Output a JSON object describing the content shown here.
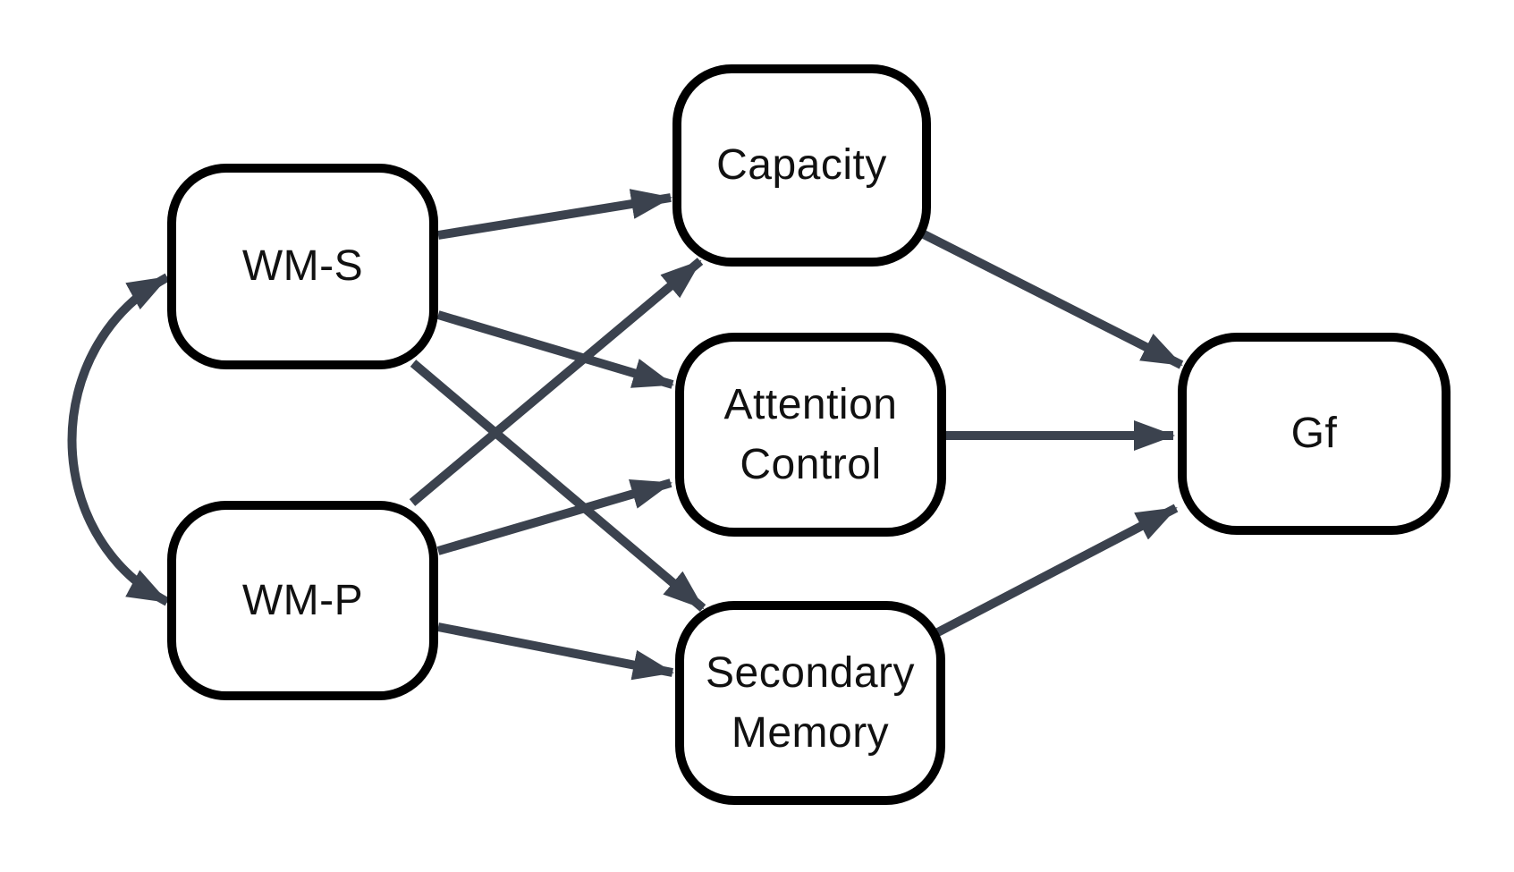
{
  "diagram": {
    "type": "path-model",
    "colors": {
      "background": "#ffffff",
      "node_fill": "#ffffff",
      "node_border": "#000000",
      "text": "#111111",
      "edge": "#3b424e"
    },
    "nodes": [
      {
        "id": "wm-s",
        "label": "WM-S"
      },
      {
        "id": "wm-p",
        "label": "WM-P"
      },
      {
        "id": "capacity",
        "label": "Capacity"
      },
      {
        "id": "attention-control",
        "label": "Attention Control"
      },
      {
        "id": "secondary-memory",
        "label": "Secondary Memory"
      },
      {
        "id": "gf",
        "label": "Gf"
      }
    ],
    "edges": [
      {
        "from": "WM-S",
        "to": "WM-P",
        "arrows": "both",
        "style": "curved-correlation"
      },
      {
        "from": "WM-S",
        "to": "Capacity",
        "arrows": "end"
      },
      {
        "from": "WM-S",
        "to": "Attention Control",
        "arrows": "end"
      },
      {
        "from": "WM-S",
        "to": "Secondary Memory",
        "arrows": "end"
      },
      {
        "from": "WM-P",
        "to": "Capacity",
        "arrows": "end"
      },
      {
        "from": "WM-P",
        "to": "Attention Control",
        "arrows": "end"
      },
      {
        "from": "WM-P",
        "to": "Secondary Memory",
        "arrows": "end"
      },
      {
        "from": "Capacity",
        "to": "Gf",
        "arrows": "end"
      },
      {
        "from": "Attention Control",
        "to": "Gf",
        "arrows": "end"
      },
      {
        "from": "Secondary Memory",
        "to": "Gf",
        "arrows": "end"
      }
    ]
  }
}
